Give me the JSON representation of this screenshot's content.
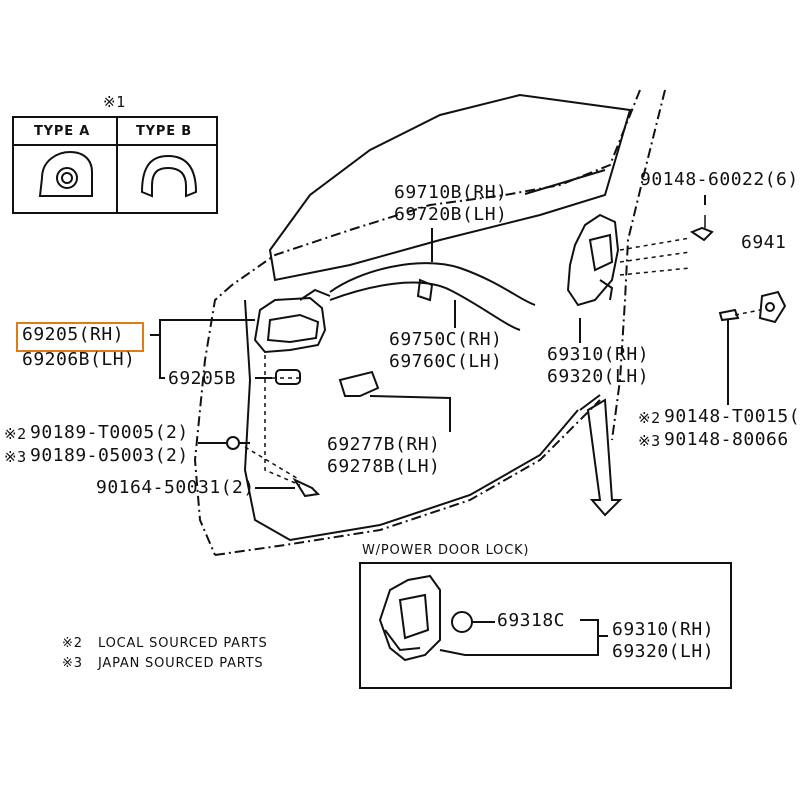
{
  "inset": {
    "ref": "※1",
    "type_a": "TYPE A",
    "type_b": "TYPE B"
  },
  "parts": {
    "handle_rh": "69205(RH)",
    "handle_lh": "69206B(LH)",
    "frame": "69205B",
    "screw_a_note": "※2",
    "screw_a": "90189-T0005(2)",
    "screw_b_note": "※3",
    "screw_b": "90189-05003(2)",
    "bolt": "90164-50031(2)",
    "cable_rh": "69710B(RH)",
    "cable_lh": "69720B(LH)",
    "rod_rh": "69750C(RH)",
    "rod_lh": "69760C(LH)",
    "cap_rh": "69277B(RH)",
    "cap_lh": "69278B(LH)",
    "lock_rh": "69310(RH)",
    "lock_lh": "69320(LH)",
    "top_screw": "90148-60022(6)",
    "striker": "6941",
    "right_screw_a_note": "※2",
    "right_screw_a": "90148-T0015(",
    "right_screw_b_note": "※3",
    "right_screw_b": "90148-80066"
  },
  "power_lock": {
    "title": "W/POWER DOOR LOCK)",
    "part": "69318C",
    "lock_rh": "69310(RH)",
    "lock_lh": "69320(LH)"
  },
  "notes": [
    {
      "mark": "※2",
      "text": "LOCAL SOURCED PARTS"
    },
    {
      "mark": "※3",
      "text": "JAPAN SOURCED PARTS"
    }
  ],
  "colors": {
    "line": "#111111",
    "highlight": "#e07a14"
  }
}
